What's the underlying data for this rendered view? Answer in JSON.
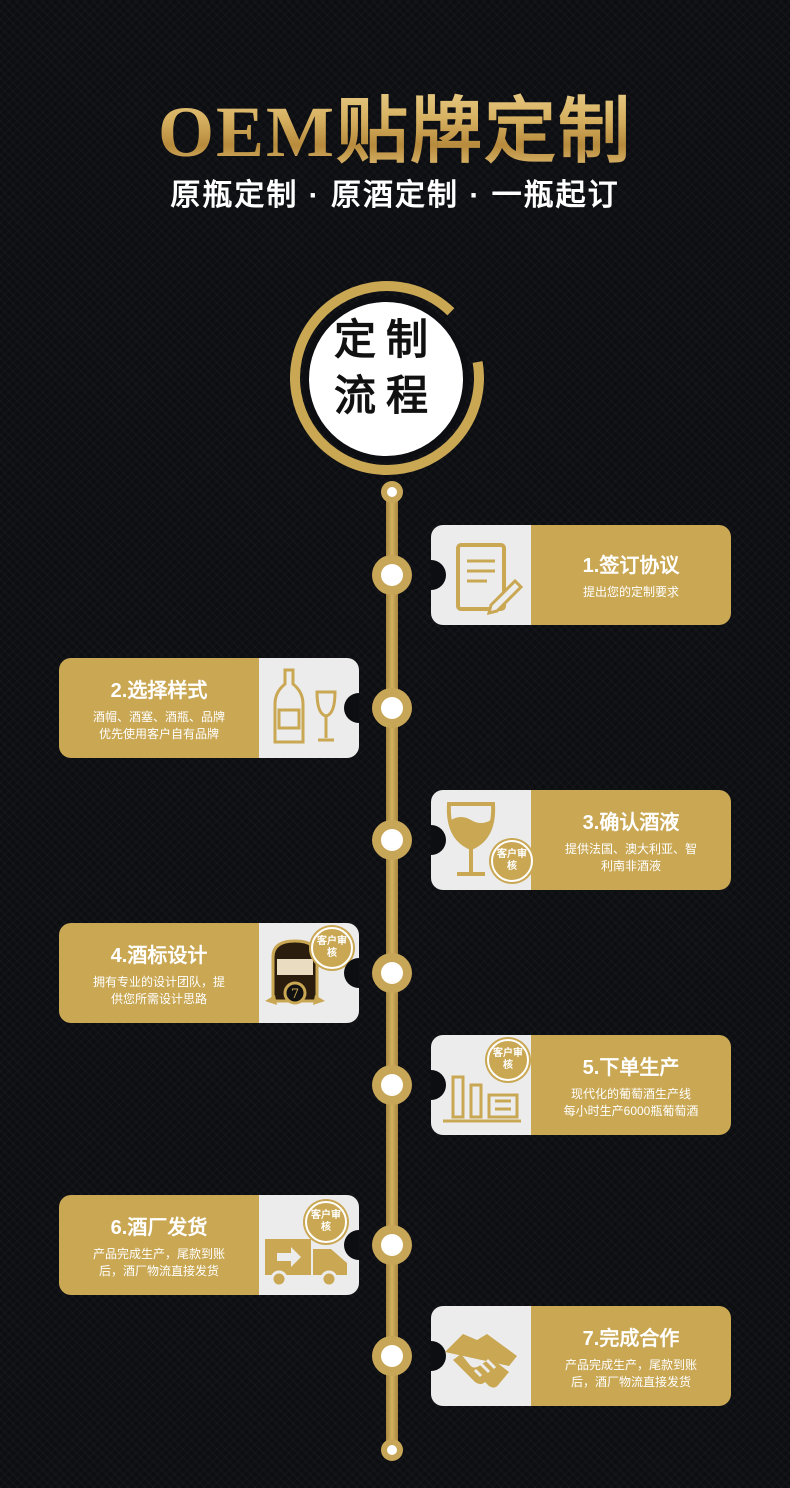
{
  "header": {
    "title": "OEM贴牌定制",
    "subtitle": "原瓶定制 · 原酒定制 · 一瓶起订"
  },
  "center_circle": {
    "line1": "定制",
    "line2": "流程"
  },
  "badge_text": "客户审核",
  "steps": [
    {
      "title": "1.签订协议",
      "desc": "提出您的定制要求",
      "icon": "contract-pen-icon"
    },
    {
      "title": "2.选择样式",
      "desc": "酒帽、酒塞、酒瓶、品牌\n优先使用客户自有品牌",
      "icon": "bottle-glass-icon"
    },
    {
      "title": "3.确认酒液",
      "desc": "提供法国、澳大利亚、智\n利南非酒液",
      "icon": "wine-glass-icon"
    },
    {
      "title": "4.酒标设计",
      "desc": "拥有专业的设计团队，提\n供您所需设计思路",
      "icon": "wine-label-icon"
    },
    {
      "title": "5.下单生产",
      "desc": "现代化的葡萄酒生产线\n每小时生产6000瓶葡萄酒",
      "icon": "factory-icon"
    },
    {
      "title": "6.酒厂发货",
      "desc": "产品完成生产，尾款到账\n后，酒厂物流直接发货",
      "icon": "truck-icon"
    },
    {
      "title": "7.完成合作",
      "desc": "产品完成生产，尾款到账\n后，酒厂物流直接发货",
      "icon": "handshake-icon"
    }
  ],
  "colors": {
    "gold": "#c9a753",
    "background": "#0d0e12",
    "icon_bg": "#ececec"
  }
}
